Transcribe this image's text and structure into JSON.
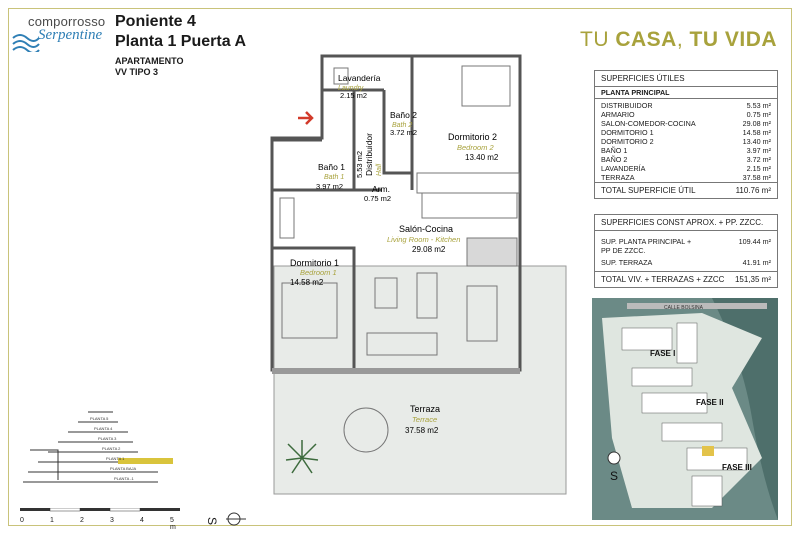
{
  "logo": {
    "top": "comporrosso",
    "bottom": "Serpentine"
  },
  "header": {
    "title": "Poniente 4",
    "subtitle": "Planta 1 Puerta A",
    "type": "APARTAMENTO",
    "code": "VV TIPO 3"
  },
  "slogan": {
    "a": "TU",
    "b": "CASA",
    "c": ",",
    "d": "TU VIDA"
  },
  "areas": {
    "heading": "SUPERFICIES ÚTILES",
    "section": "PLANTA PRINCIPAL",
    "rows": [
      {
        "label": "DISTRIBUIDOR",
        "value": "5.53 m²"
      },
      {
        "label": "ARMARIO",
        "value": "0.75 m²"
      },
      {
        "label": "SALON-COMEDOR-COCINA",
        "value": "29.08 m²"
      },
      {
        "label": "DORMITORIO 1",
        "value": "14.58 m²"
      },
      {
        "label": "DORMITORIO 2",
        "value": "13.40 m²"
      },
      {
        "label": "BAÑO 1",
        "value": "3.97 m²"
      },
      {
        "label": "BAÑO 2",
        "value": "3.72 m²"
      },
      {
        "label": "LAVANDERÍA",
        "value": "2.15 m²"
      },
      {
        "label": "TERRAZA",
        "value": "37.58 m²"
      }
    ],
    "total_label": "TOTAL SUPERFICIE ÚTIL",
    "total_value": "110.76 m²"
  },
  "built": {
    "heading": "SUPERFICIES CONST APROX. + PP. ZZCC.",
    "main_label1": "SUP. PLANTA PRINCIPAL +",
    "main_label2": "PP DE ZZCC.",
    "main_value": "109.44 m²",
    "terrace_label": "SUP. TERRAZA",
    "terrace_value": "41.91 m²",
    "total_label": "TOTAL VIV. + TERRAZAS + ZZCC",
    "total_value": "151,35 m²"
  },
  "rooms": {
    "laundry": "Lavandería",
    "laundry_en": "Laundry",
    "laundry_m2": "2.15 m2",
    "bath2": "Baño 2",
    "bath2_en": "Bath 2",
    "bath2_m2": "3.72 m2",
    "bed2": "Dormitorio 2",
    "bed2_en": "Bedroom 2",
    "bed2_m2": "13.40 m2",
    "hall": "Distribuidor",
    "hall_en": "Hall",
    "hall_m2": "5.53 m2",
    "bath1": "Baño 1",
    "bath1_en": "Bath 1",
    "bath1_m2": "3.97 m2",
    "closet": "Arm.",
    "closet_m2": "0.75 m2",
    "living": "Salón-Cocina",
    "living_en": "Living Room - Kitchen",
    "living_m2": "29.08 m2",
    "bed1": "Dormitorio 1",
    "bed1_en": "Bedroom 1",
    "bed1_m2": "14.58 m2",
    "terrace": "Terraza",
    "terrace_en": "Terrace",
    "terrace_m2": "37.58 m2"
  },
  "site": {
    "street": "CALLE BOLSINA",
    "phase1": "FASE I",
    "phase2": "FASE II",
    "phase3": "FASE III",
    "south": "S"
  },
  "section_floors": [
    "PLANTA 5",
    "PLANTA 4",
    "PLANTA 3",
    "PLANTA 2",
    "PLANTA 1",
    "PLANTA BAJA",
    "PLANTA -1"
  ],
  "scale": [
    "0",
    "1",
    "2",
    "3",
    "4",
    "5 m"
  ]
}
